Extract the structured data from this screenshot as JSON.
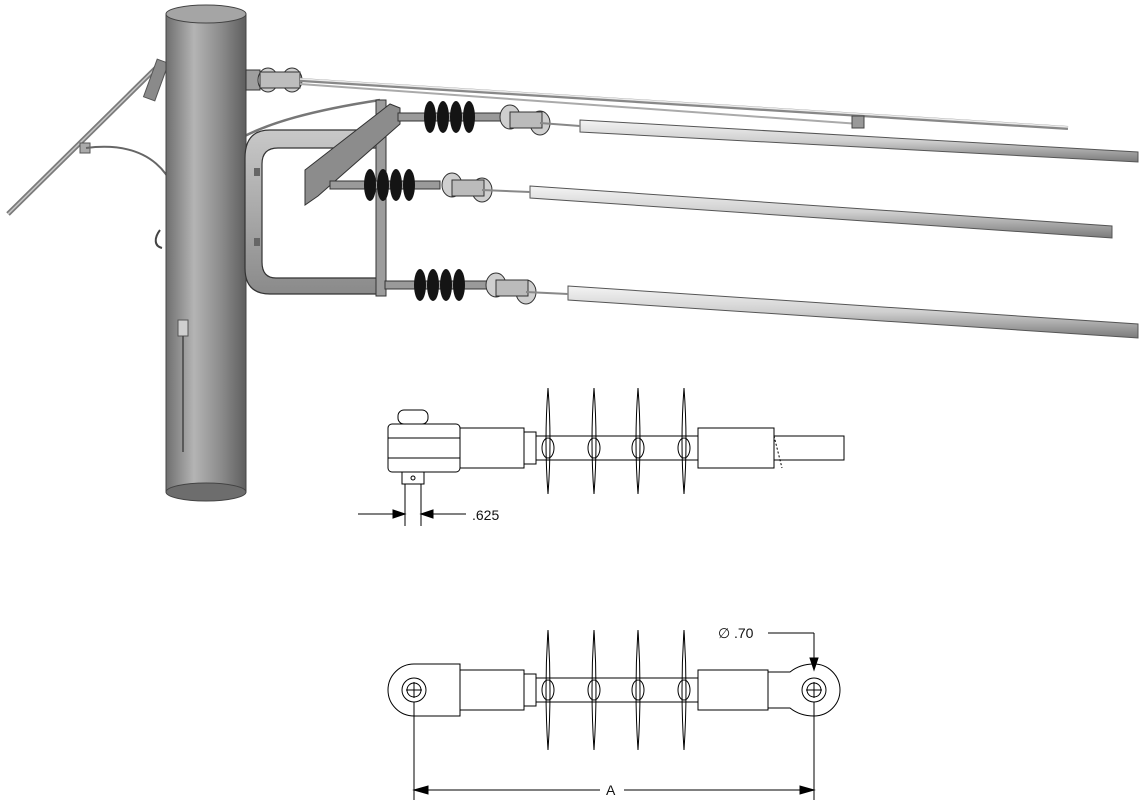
{
  "dimensions": {
    "clevis_pin_gap": ".625",
    "eye_diameter": ".70",
    "diameter_symbol": "∅",
    "overall_length": "A"
  },
  "colors": {
    "pole": "#8f8f8f",
    "bracket": "#a8a8a8",
    "insulator_sheds": "#141414",
    "conductor": "#d6d6d6",
    "line_art": "#000000"
  }
}
